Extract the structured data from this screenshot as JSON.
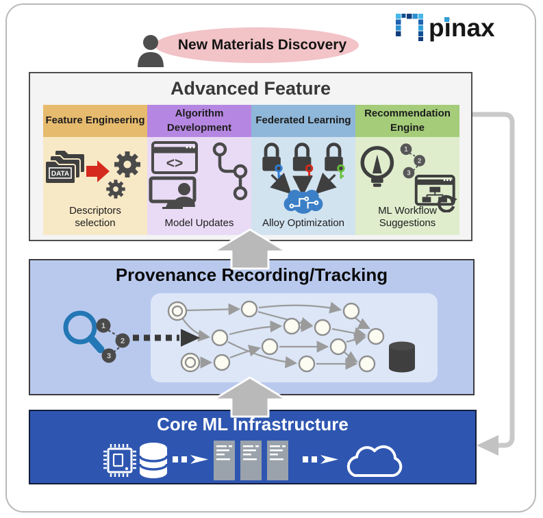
{
  "brand": {
    "name": "pinax"
  },
  "banner": {
    "label": "New Materials Discovery"
  },
  "advanced_feature": {
    "title": "Advanced Feature",
    "columns": [
      {
        "label": "Feature Engineering",
        "caption": "Descriptors selection",
        "icon": "data-folders-to-gears",
        "icon_detail": "DATA",
        "header_color": "#e7bb6e",
        "body_color": "#f8e9c6"
      },
      {
        "label": "Algorithm Development",
        "caption": "Model Updates",
        "icon": "code-monitor-git-branch",
        "icon_detail": "<>",
        "header_color": "#b687e2",
        "body_color": "#e9dbf5"
      },
      {
        "label": "Federated Learning",
        "caption": "Alloy Optimization",
        "icon": "padlocks-keys-to-brain",
        "header_color": "#8fb7d9",
        "body_color": "#d2e3f0"
      },
      {
        "label": "Recommendation Engine",
        "caption": "ML Workflow Suggestions",
        "icon": "lightbulb-steps-workflow",
        "steps": [
          "1",
          "2",
          "3"
        ],
        "header_color": "#a4cc79",
        "body_color": "#dfedcd"
      }
    ]
  },
  "provenance": {
    "title": "Provenance Recording/Tracking",
    "query_steps": [
      "1",
      "2",
      "3"
    ]
  },
  "core_infrastructure": {
    "title": "Core ML Infrastructure"
  },
  "colors": {
    "banner_pink": "#f2c3c7",
    "advanced_bg": "#f4f4f4",
    "provenance_blue": "#b9c9ee",
    "provenance_panel": "#dce6f7",
    "core_blue": "#2e56b1",
    "arrow_gray": "#b9b9b9",
    "connector_gray": "#c9c9c9",
    "red_accent": "#d42b1e",
    "brain_blue": "#3b7fc6",
    "magnifier_blue": "#2377b5",
    "logo_blue": "#1e63b0",
    "key_colors": [
      "#2f7fd6",
      "#d42b1e",
      "#6abf3a"
    ]
  }
}
